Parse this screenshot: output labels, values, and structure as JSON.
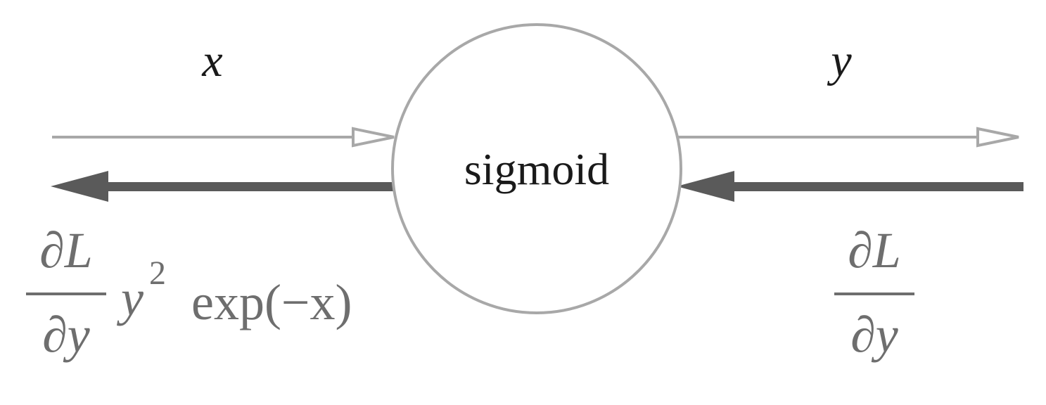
{
  "node": {
    "label": "sigmoid"
  },
  "forward": {
    "input_label": "x",
    "output_label": "y"
  },
  "backward": {
    "right": {
      "numerator": "∂L",
      "denominator": "∂y"
    },
    "left": {
      "numerator": "∂L",
      "denominator": "∂y",
      "factor_base": "y",
      "factor_exponent": "2",
      "factor_function": "exp(−x)"
    }
  },
  "colors": {
    "forward_arrow": "#a8a8a8",
    "backward_arrow": "#5a5a5a",
    "circle_stroke": "#a8a8a8",
    "formula_text": "#6e6e6e",
    "label_text": "#1a1a1a"
  }
}
